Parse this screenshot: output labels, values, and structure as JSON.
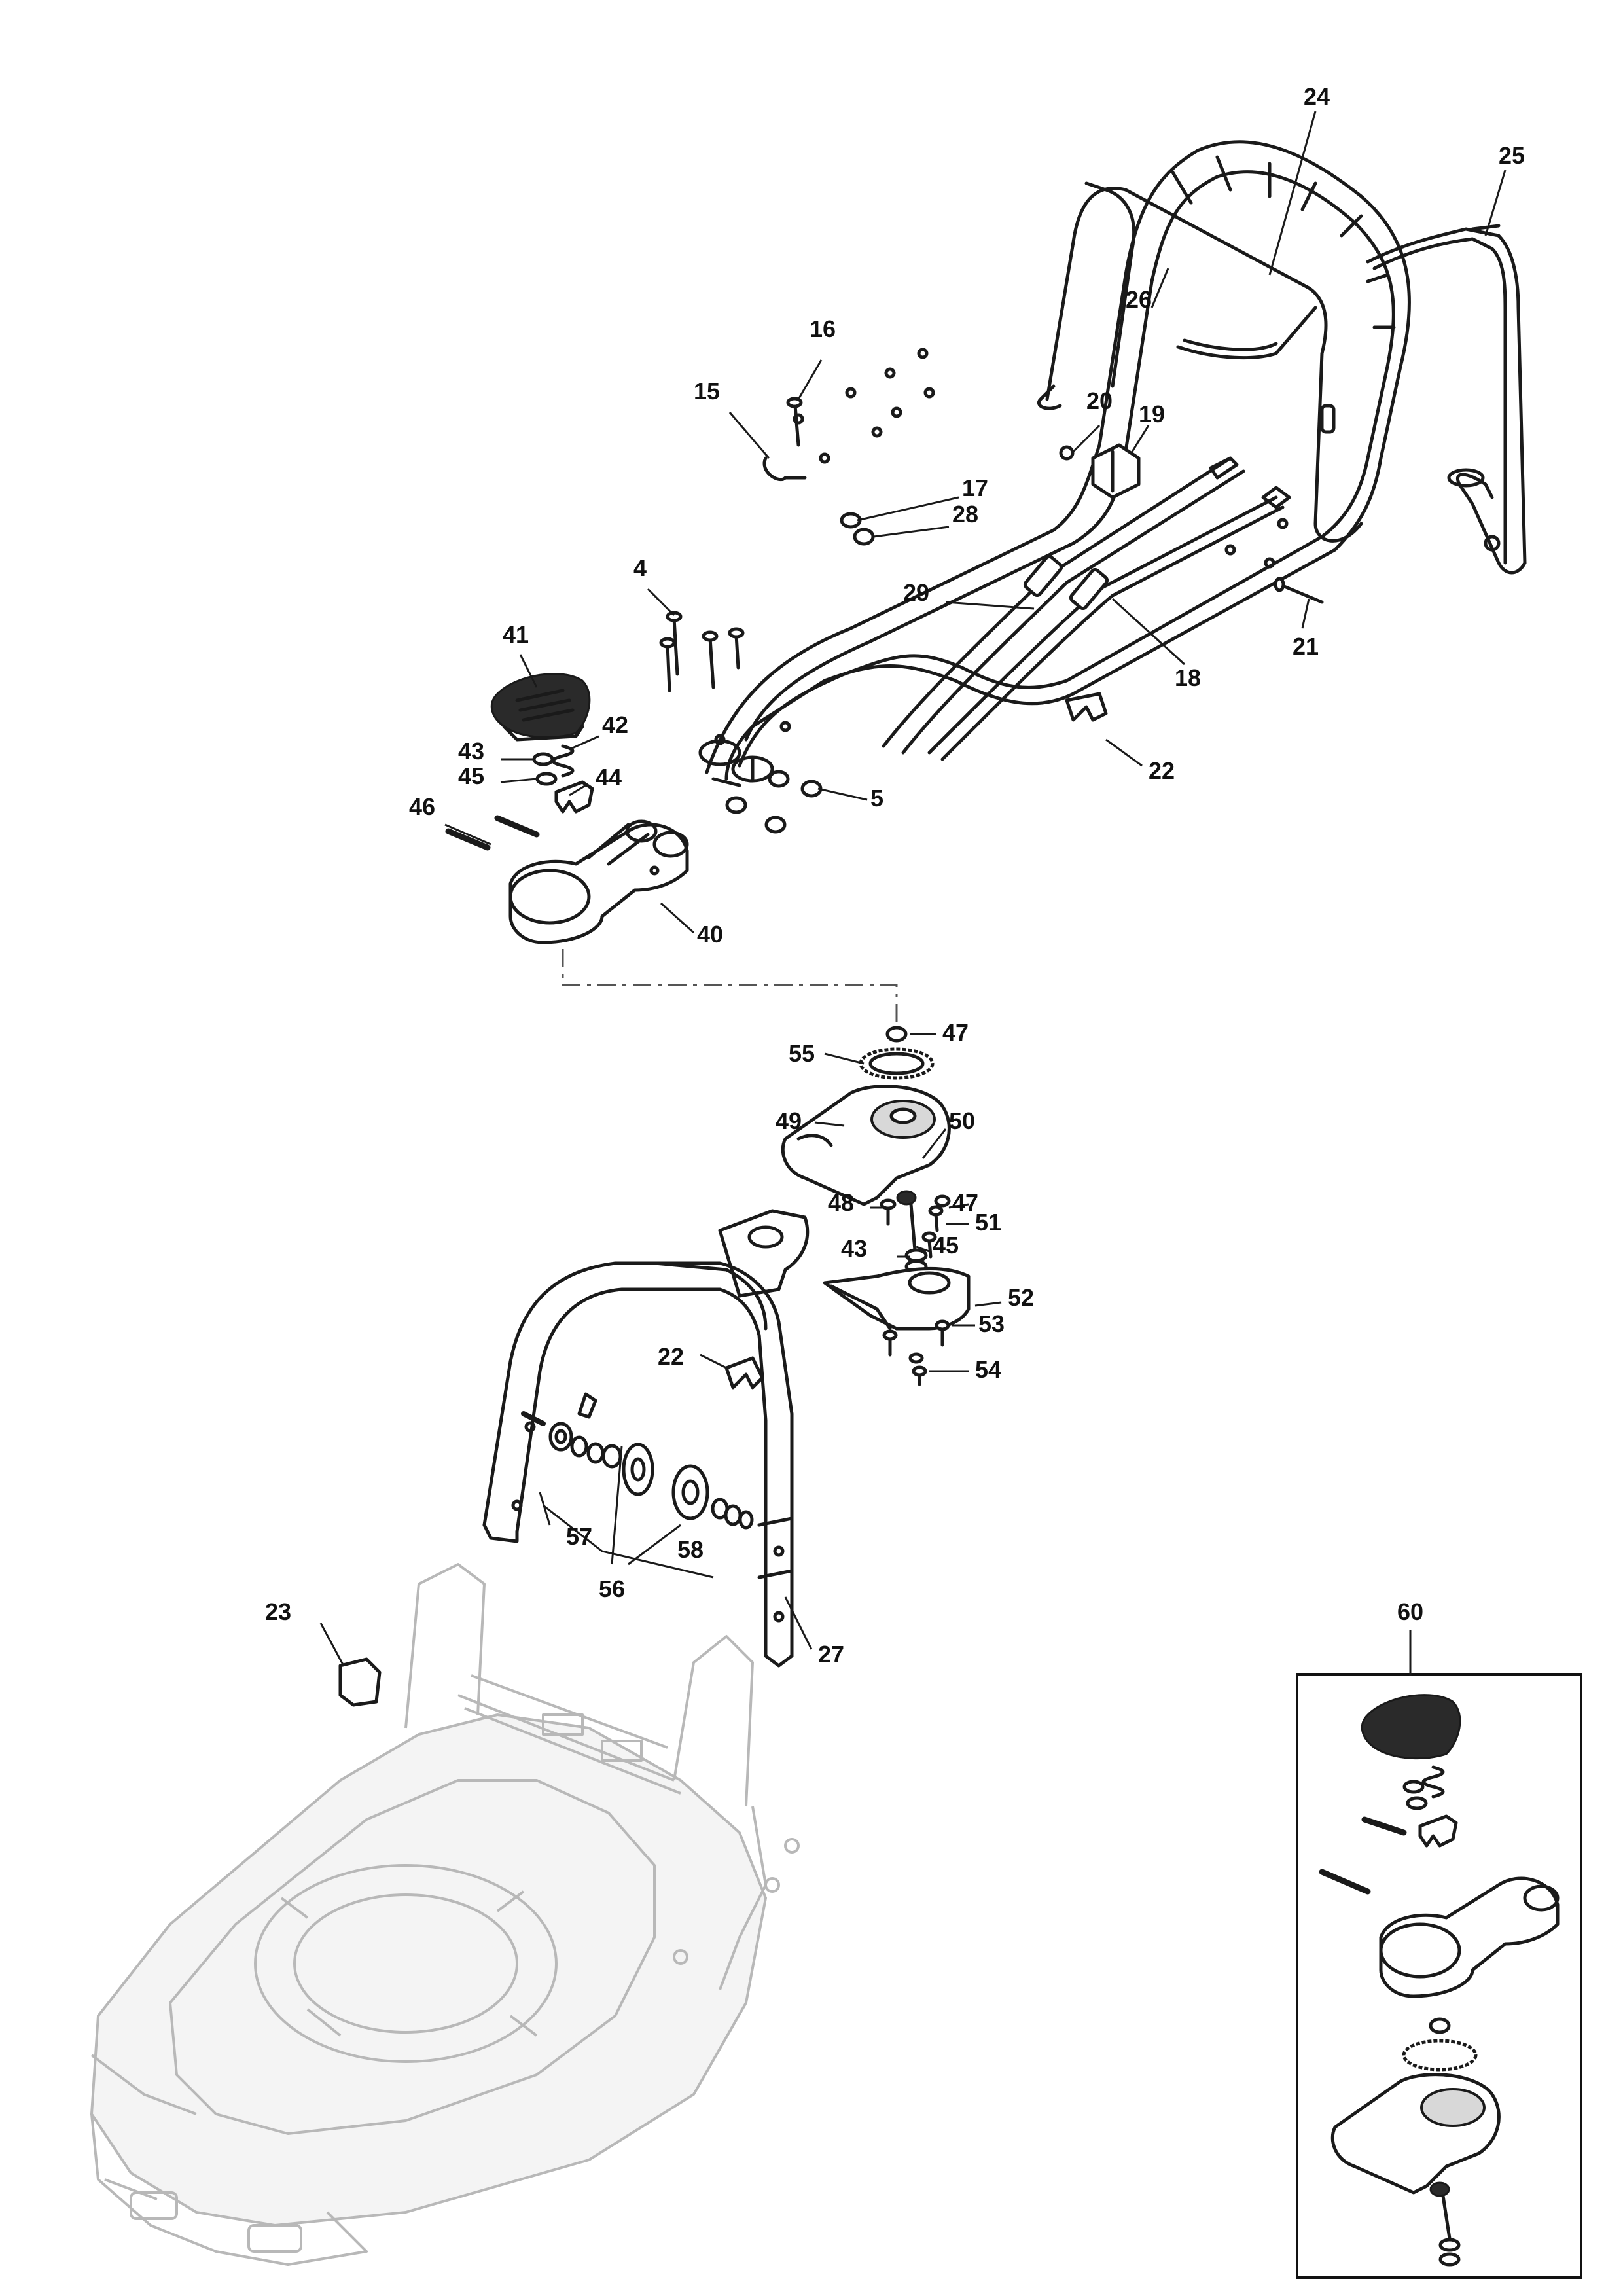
{
  "diagram": {
    "callouts": {
      "c4": "4",
      "c5": "5",
      "c15": "15",
      "c16": "16",
      "c17": "17",
      "c18": "18",
      "c19": "19",
      "c20": "20",
      "c21": "21",
      "c22a": "22",
      "c22b": "22",
      "c23": "23",
      "c24": "24",
      "c25": "25",
      "c26": "26",
      "c27": "27",
      "c28": "28",
      "c29": "29",
      "c40": "40",
      "c41": "41",
      "c42": "42",
      "c43a": "43",
      "c43b": "43",
      "c44": "44",
      "c45a": "45",
      "c45b": "45",
      "c46": "46",
      "c47a": "47",
      "c47b": "47",
      "c48": "48",
      "c49": "49",
      "c50": "50",
      "c51": "51",
      "c52": "52",
      "c53": "53",
      "c54": "54",
      "c55": "55",
      "c56": "56",
      "c57": "57",
      "c58": "58",
      "c60": "60"
    }
  }
}
